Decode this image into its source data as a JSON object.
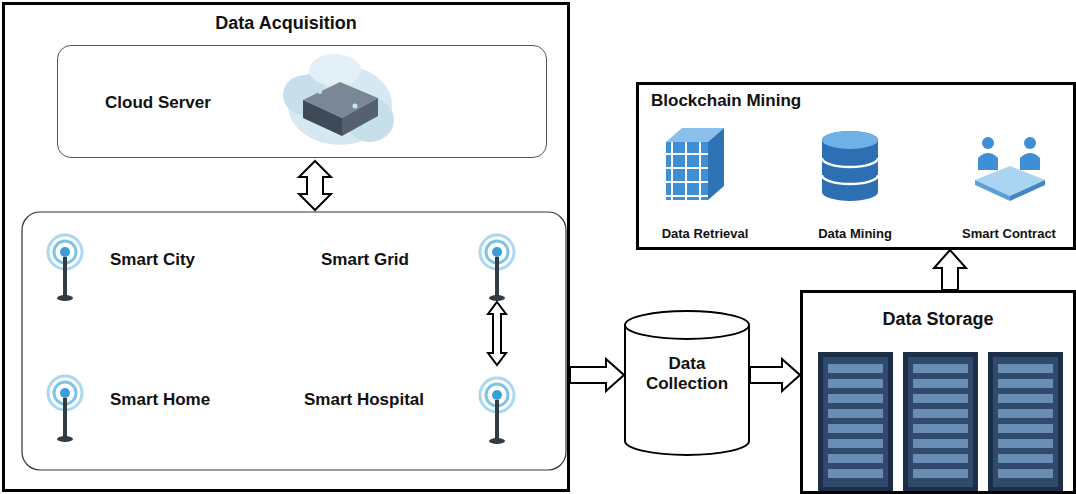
{
  "diagram": {
    "nodes": [
      {
        "text": [
          "Data Acquisition"
        ]
      },
      {
        "text": [
          "Cloud Server"
        ],
        "in": 0
      },
      {
        "text": [
          "Smart City"
        ],
        "in": 0
      },
      {
        "text": [
          "Smart Grid"
        ],
        "in": 0
      },
      {
        "text": [
          "Smart Home"
        ],
        "in": 0
      },
      {
        "text": [
          "Smart Hospital"
        ],
        "in": 0
      },
      {
        "text": [
          "Blockchain Mining"
        ]
      },
      {
        "text": [
          "Data Retrieval"
        ],
        "in": 6
      },
      {
        "text": [
          "Data Mining"
        ],
        "in": 6
      },
      {
        "text": [
          "Smart Contract"
        ],
        "in": 6
      },
      {
        "text": [
          "Data Collection"
        ]
      },
      {
        "text": [
          "Data Storage"
        ]
      }
    ],
    "edges": [
      {
        "from": 0,
        "to": 10,
        "arrow": "to"
      },
      {
        "from": 10,
        "to": 11,
        "arrow": "to"
      },
      {
        "from": 11,
        "to": 6,
        "arrow": "to"
      },
      {
        "from": 3,
        "to": 5,
        "arrow": "both"
      }
    ]
  }
}
